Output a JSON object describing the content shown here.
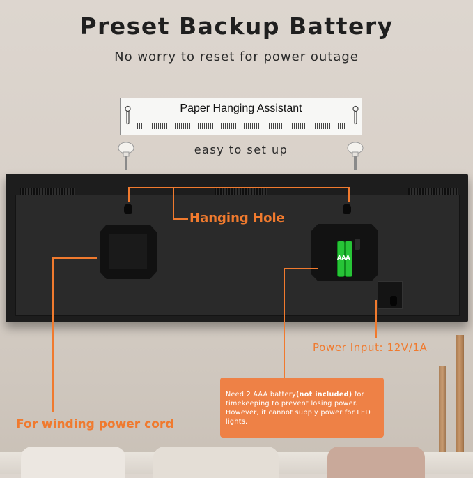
{
  "header": {
    "title": "Preset Backup Battery",
    "subtitle": "No worry to reset for power outage"
  },
  "paper_assistant": {
    "label": "Paper Hanging Assistant",
    "caption": "easy to set up"
  },
  "callouts": {
    "hanging_hole": "Hanging Hole",
    "power_input": "Power Input: 12V/1A",
    "winding_cord": "For winding power cord",
    "battery_badge": "AAA",
    "note_part1": "Need 2 AAA battery",
    "note_bold": "(not included)",
    "note_part2": " for timekeeping to prevent losing power. However, it cannot supply power for LED lights."
  },
  "colors": {
    "accent": "#f07a2e",
    "note_bg": "#ee8146",
    "device": "#1d1d1d",
    "battery": "#27c437"
  }
}
